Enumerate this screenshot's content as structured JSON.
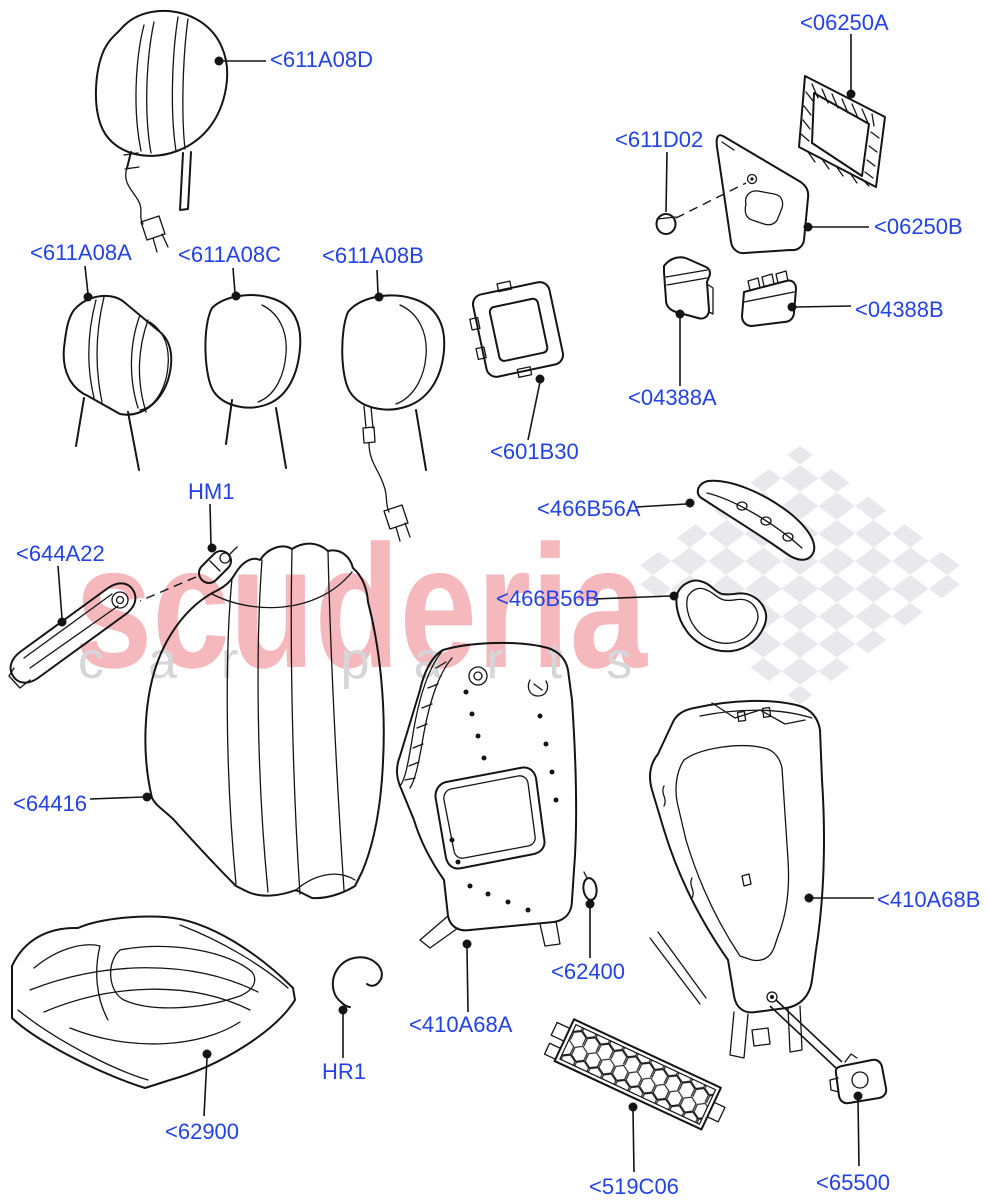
{
  "page": {
    "background": "#ffffff"
  },
  "colors": {
    "label_blue": "#2342e8",
    "line_black": "#141414",
    "watermark_pink": "#f5b9bd",
    "watermark_gray": "#d6d6d8",
    "flag_gray": "#e9e9ed"
  },
  "watermark": {
    "brand": "scuderia",
    "tagline": "car parts"
  },
  "labels": {
    "p611A08D": "<611A08D",
    "p06250A": "<06250A",
    "p611D02": "<611D02",
    "p06250B": "<06250B",
    "p611A08A": "<611A08A",
    "p611A08C": "<611A08C",
    "p611A08B": "<611A08B",
    "p601B30": "<601B30",
    "p04388A": "<04388A",
    "p04388B": "<04388B",
    "p466B56A": "<466B56A",
    "p466B56B": "<466B56B",
    "HM1": "HM1",
    "p644A22": "<644A22",
    "p64416": "<64416",
    "p410A68B": "<410A68B",
    "p62400": "<62400",
    "p410A68A": "<410A68A",
    "HR1": "HR1",
    "p62900": "<62900",
    "p519C06": "<519C06",
    "p65500": "<65500"
  }
}
